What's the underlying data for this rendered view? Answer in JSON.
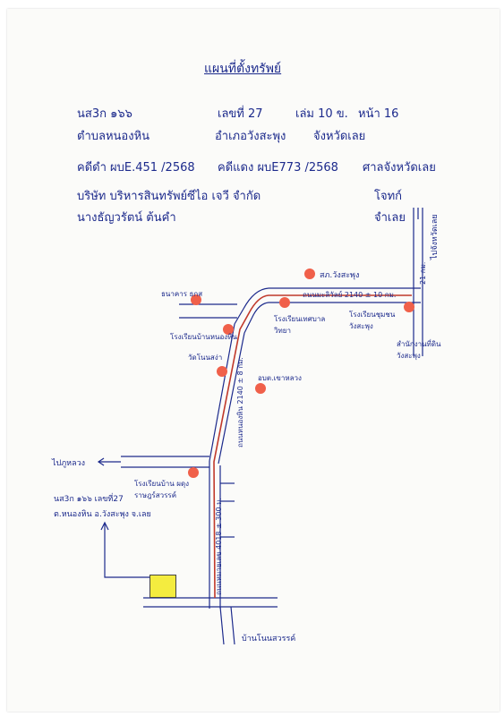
{
  "title": "แผนที่ตั้งทรัพย์",
  "deed": {
    "line1": {
      "deed_no": "นส3ก ๑๖๖",
      "land_no": "เลขที่ 27",
      "book": "เล่ม 10 ข.",
      "page": "หน้า 16"
    },
    "line2": {
      "subdistrict": "ตำบลหนองหิน",
      "district": "อำเภอวังสะพุง",
      "province": "จังหวัดเลย"
    },
    "line3": {
      "black_case": "คดีดำ ผบE.451 /2568",
      "red_case": "คดีแดง ผบE773 /2568",
      "court": "ศาลจังหวัดเลย"
    },
    "line4": {
      "plaintiff": "บริษัท บริหารสินทรัพย์ซีไอ เจวี จำกัด",
      "plaintiff_role": "โจทก์"
    },
    "line5": {
      "defendant": "นางธัญวรัตน์ ต้นคำ",
      "defendant_role": "จำเลย"
    }
  },
  "map": {
    "roads": {
      "main_road": "ถนนมะลิวัลย์ 2140 ± 10 กม.",
      "road_curve": "ถนนหนองหิน 2140 ± 8 กม.",
      "road_4018": "ถนนหมายเลข 4018 ± 300 ม.",
      "to_loei": "ไปจังหวัดเลย",
      "to_loei_dist": "21 กม.",
      "to_phu_luang": "ไปภูหลวง",
      "bottom_village": "บ้านโนนสวรรค์"
    },
    "landmarks": [
      {
        "label": "สภ.วังสะพุง"
      },
      {
        "label": "ธนาคาร ธกส"
      },
      {
        "label": "โรงเรียนเทศบาลวิทยา"
      },
      {
        "label": "โรงเรียนชุมชน วังสะพุง"
      },
      {
        "label": "สำนักงานที่ดิน วังสะพุง"
      },
      {
        "label": "โรงเรียนบ้านหนองหิน"
      },
      {
        "label": "วัดโนนสง่า"
      },
      {
        "label": "อบต.เขาหลวง"
      },
      {
        "label": "โรงเรียนบ้าน ผดุงราษฎร์สวรรค์"
      }
    ],
    "plot_note": {
      "line1": "นส3ก ๑๖๖ เลขที่27",
      "line2": "ต.หนองหิน อ.วังสะพุง จ.เลย"
    }
  },
  "colors": {
    "ink": "#1c2a8c",
    "marker": "#f0604a",
    "route": "#c0392b",
    "plot": "#f4ec3f"
  }
}
